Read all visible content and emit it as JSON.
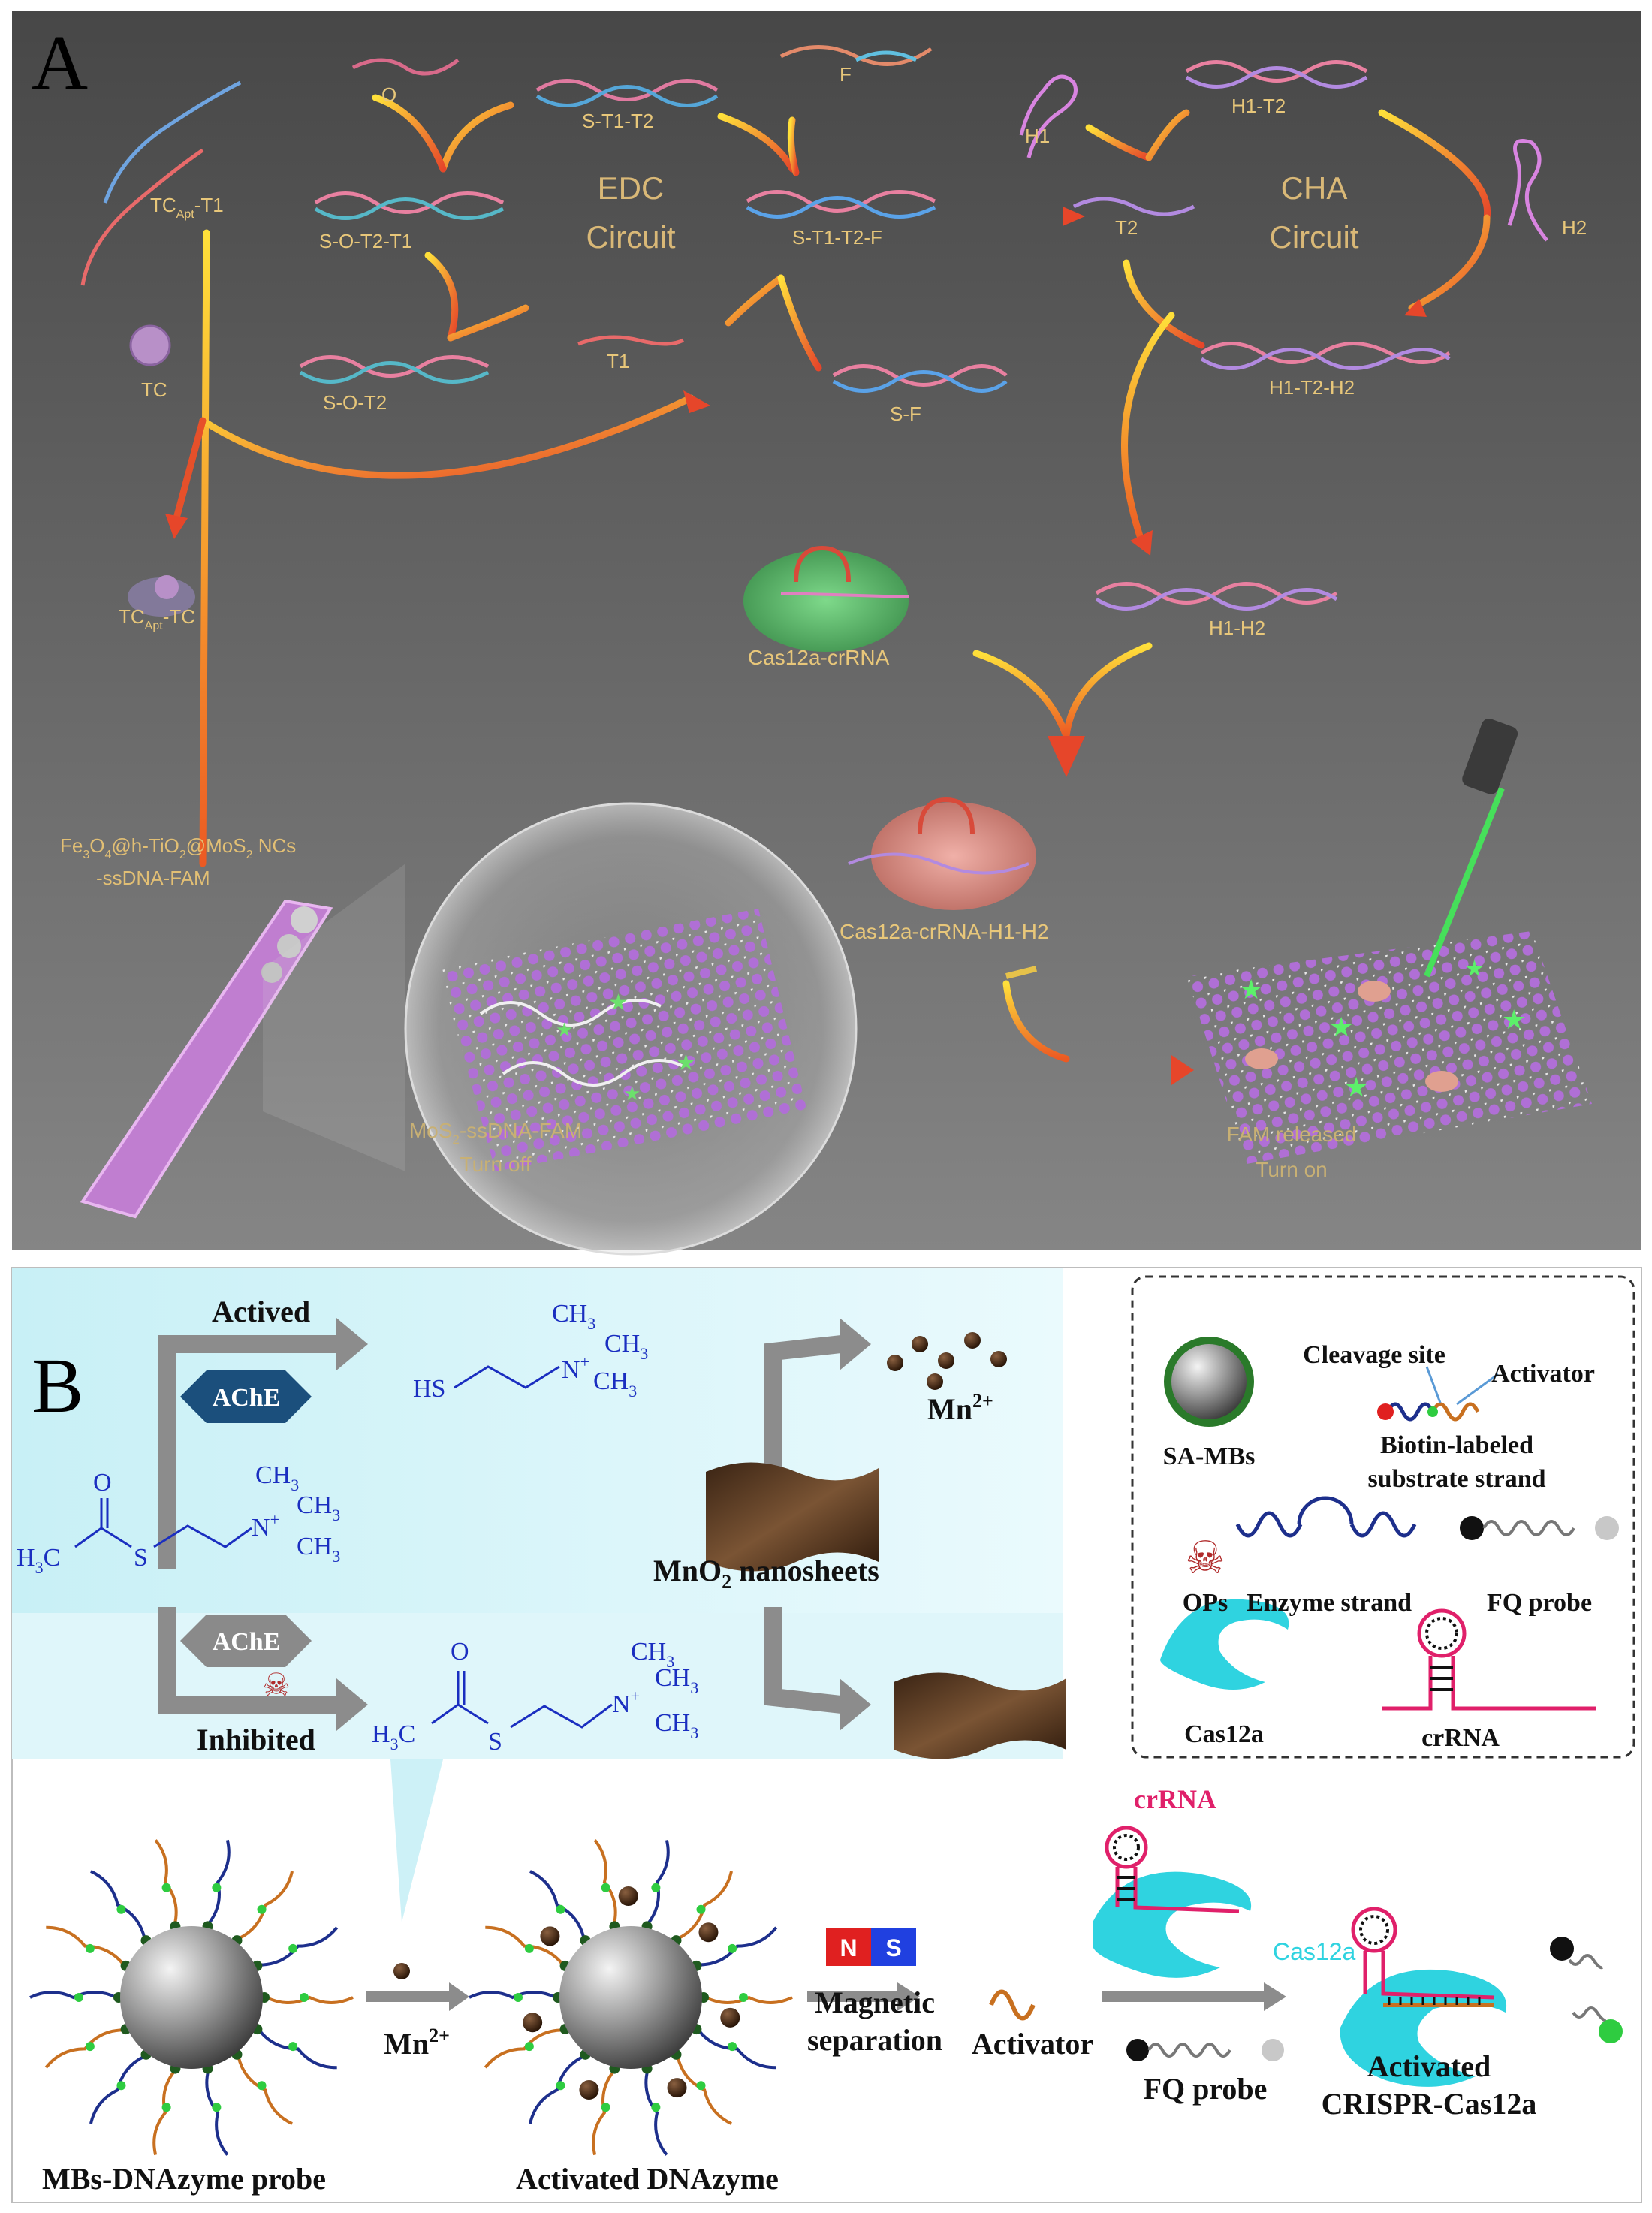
{
  "panel_a": {
    "label": "A",
    "colors": {
      "bg_top": "#4a4a4a",
      "bg_bottom": "#7e7e7e",
      "label_text": "#e8c77a",
      "circuit_text": "#d9b877",
      "arrow_start": "#ffd23a",
      "arrow_end": "#e2402a",
      "sheet": "#b56bd8",
      "laser": "#46e05a"
    },
    "strands": {
      "o": "O",
      "s_t1_t2": "S-T1-T2",
      "f": "F",
      "tc_apt_t1": "TC",
      "tc_apt_t1_sub": "Apt",
      "tc_apt_t1_suffix": "-T1",
      "s_o_t2_t1": "S-O-T2-T1",
      "s_t1_t2_f": "S-T1-T2-F",
      "tc": "TC",
      "s_o_t2": "S-O-T2",
      "t1": "T1",
      "s_f": "S-F",
      "tc_apt_tc": "TC",
      "tc_apt_tc_sub": "Apt",
      "tc_apt_tc_suffix": "-TC",
      "h1": "H1",
      "h1_t2": "H1-T2",
      "t2": "T2",
      "h2": "H2",
      "h1_t2_h2": "H1-T2-H2",
      "h1_h2": "H1-H2",
      "cas12a_crrna": "Cas12a-crRNA",
      "cas12a_crrna_h1_h2": "Cas12a-crRNA-H1-H2"
    },
    "edc_line1": "EDC",
    "edc_line2": "Circuit",
    "cha_line1": "CHA",
    "cha_line2": "Circuit",
    "nc_line1_a": "Fe",
    "nc_line1_b": "3",
    "nc_line1_c": "O",
    "nc_line1_d": "4",
    "nc_line1_e": "@h-TiO",
    "nc_line1_f": "2",
    "nc_line1_g": "@MoS",
    "nc_line1_h": "2",
    "nc_line1_i": " NCs",
    "nc_line2": "-ssDNA-FAM",
    "mos2_line1_a": "MoS",
    "mos2_line1_b": "2",
    "mos2_line1_c": "-ssDNA-FAM",
    "mos2_line2": "Turn off",
    "fam_line1": "FAM released",
    "fam_line2": "Turn on"
  },
  "panel_b": {
    "label": "B",
    "colors": {
      "cyan_band": "#d7f5fa",
      "ache": "#1b4f7c",
      "chem": "#1a2ec0",
      "mn": "#4b2e1c",
      "gray_arrow": "#8c8c8c",
      "cas12a": "#2fd3e0",
      "crrna": "#e0206a",
      "strand_blue": "#1d2f8c",
      "strand_orange": "#c87020",
      "magnet_n": "#e02020",
      "magnet_s": "#2040e0"
    },
    "actived": "Actived",
    "ache_top": "AChE",
    "ache_bottom": "AChE",
    "inhibited": "Inhibited",
    "mn_top_a": "Mn",
    "mn_top_b": "2+",
    "mno2_a": "MnO",
    "mno2_b": "2",
    "mno2_c": " nanosheets",
    "mn_arrow_a": "Mn",
    "mn_arrow_b": "2+",
    "magnet_n": "N",
    "magnet_s": "S",
    "magnetic": "Magnetic",
    "separation": "separation",
    "activator_mid": "Activator",
    "fq_probe_mid": "FQ probe",
    "crrna_label": "crRNA",
    "cas12a_label": "Cas12a",
    "activated_line1": "Activated",
    "activated_line2": "CRISPR-Cas12a",
    "mbs_probe": "MBs-DNAzyme probe",
    "activated_dnazyme": "Activated DNAzyme",
    "legend": {
      "cleavage_site": "Cleavage site",
      "activator": "Activator",
      "biotin_line1": "Biotin-labeled",
      "biotin_line2": "substrate strand",
      "sa_mbs": "SA-MBs",
      "ops": "OPs",
      "enzyme_strand": "Enzyme strand",
      "fq_probe": "FQ probe",
      "cas12a": "Cas12a",
      "crrna": "crRNA"
    },
    "chem": {
      "ch3": "CH",
      "sub3": "3",
      "n": "N",
      "plus": "+",
      "hs": "HS",
      "h3c": "H",
      "c": "C",
      "o": "O",
      "s": "S"
    }
  }
}
